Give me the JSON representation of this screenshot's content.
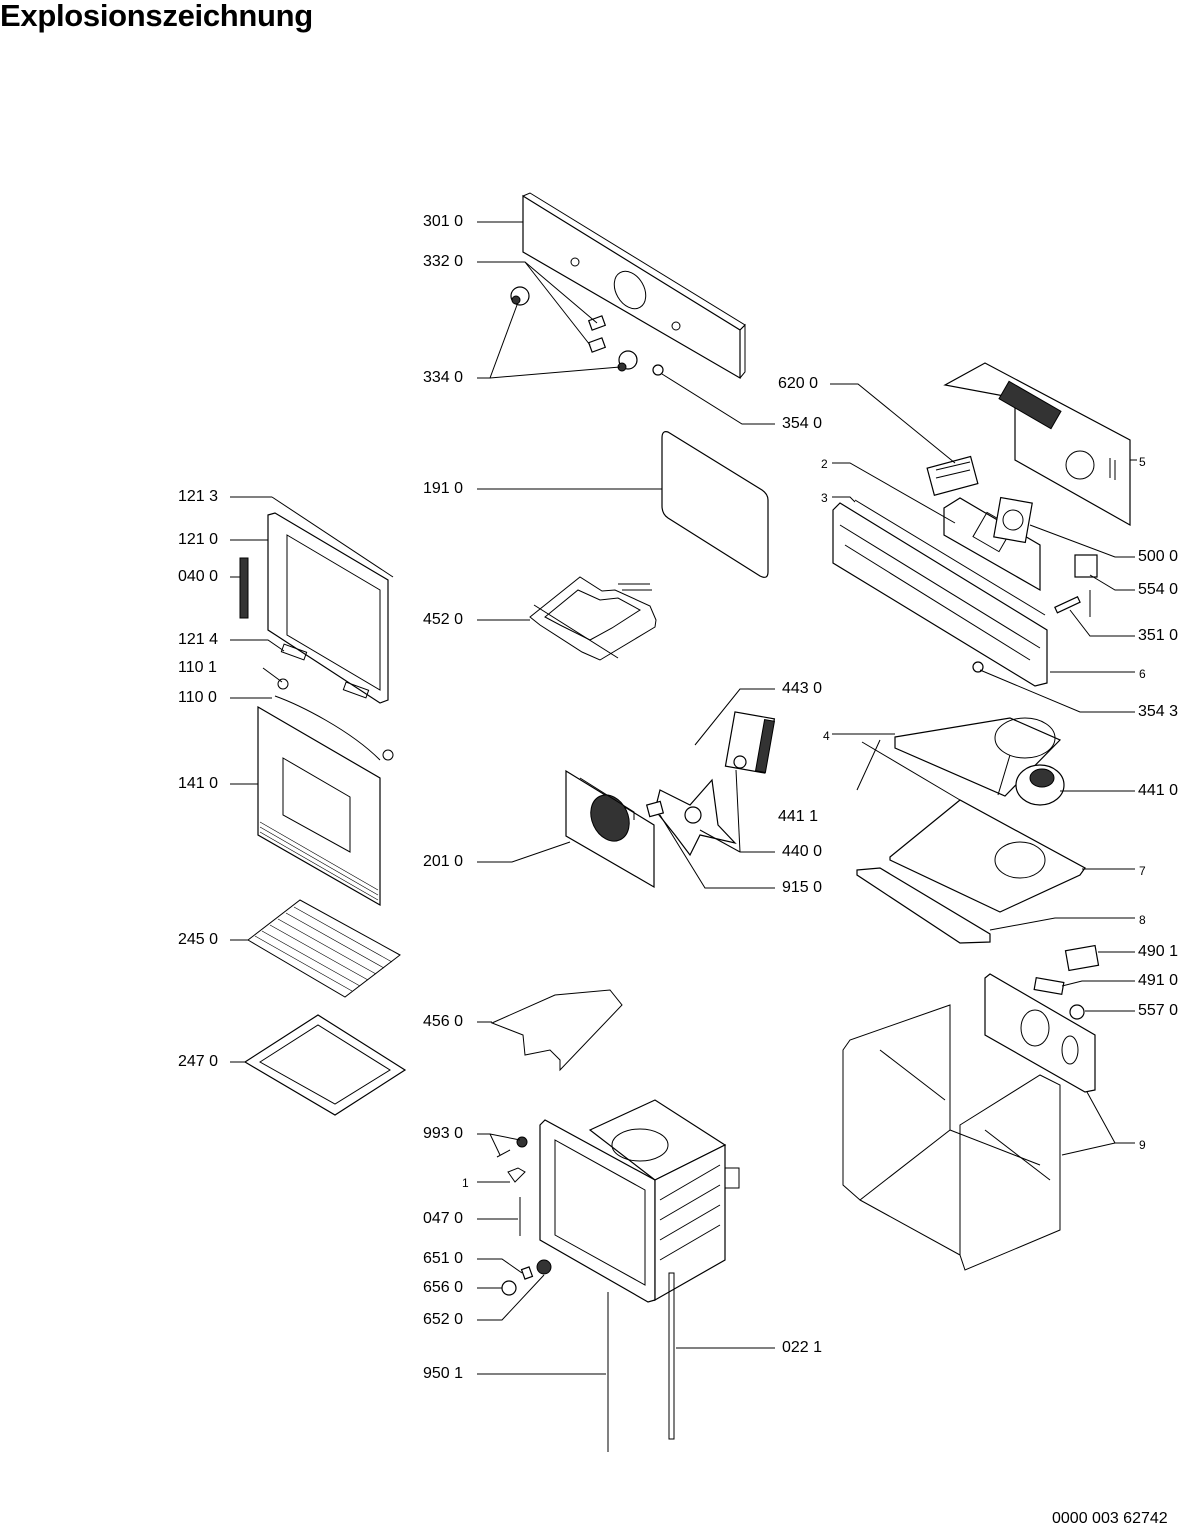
{
  "title": "Explosionszeichnung",
  "document_number": "0000 003 62742",
  "parts": {
    "p3010": "301 0",
    "p3320": "332 0",
    "p3340": "334 0",
    "p3540": "354 0",
    "p6200": "620 0",
    "p2": "2",
    "p3": "3",
    "p5": "5",
    "p5000": "500 0",
    "p5540": "554 0",
    "p3510": "351 0",
    "p6": "6",
    "p3543": "354 3",
    "p1213": "121 3",
    "p1210": "121 0",
    "p0400": "040 0",
    "p1214": "121 4",
    "p1101": "110 1",
    "p1100": "110 0",
    "p1410": "141 0",
    "p1910": "191 0",
    "p4520": "452 0",
    "p4430": "443 0",
    "p4411": "441 1",
    "p4400": "440 0",
    "p2010": "201 0",
    "p9150": "915 0",
    "p4": "4",
    "p4410": "441 0",
    "p7": "7",
    "p8": "8",
    "p4901": "490 1",
    "p4910": "491 0",
    "p5570": "557 0",
    "p9": "9",
    "p2450": "245 0",
    "p2470": "247 0",
    "p4560": "456 0",
    "p9930": "993 0",
    "p1": "1",
    "p0470": "047 0",
    "p6510": "651 0",
    "p6560": "656 0",
    "p6520": "652 0",
    "p9501": "950 1",
    "p0221": "022 1"
  }
}
